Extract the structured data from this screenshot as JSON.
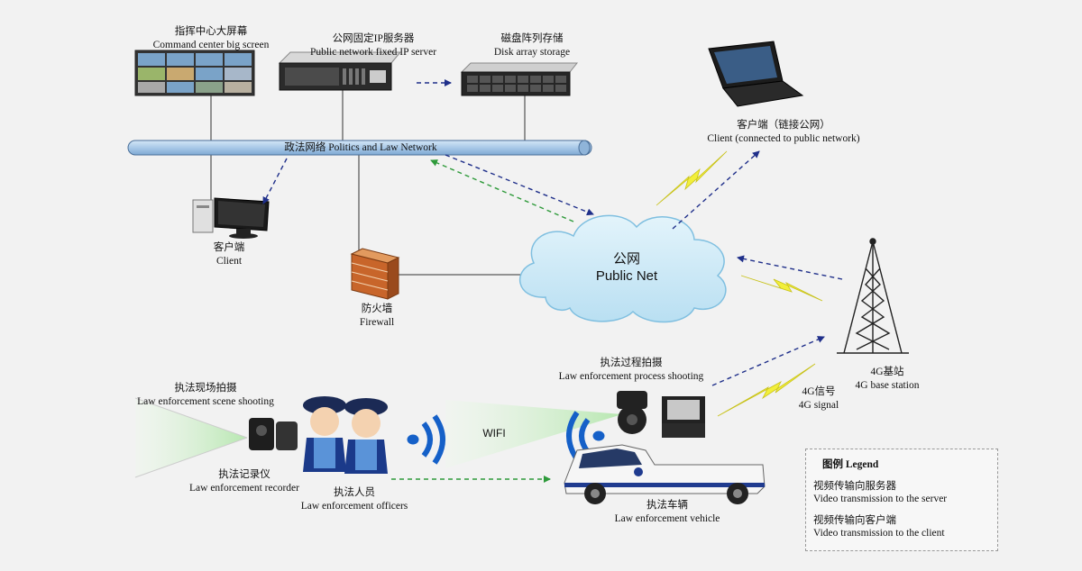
{
  "nodes": {
    "big_screen": {
      "cn": "指挥中心大屏幕",
      "en": "Command center big screen"
    },
    "ip_server": {
      "cn": "公网固定IP服务器",
      "en": "Public network fixed IP server"
    },
    "disk_storage": {
      "cn": "磁盘阵列存储",
      "en": "Disk array storage"
    },
    "laptop_client": {
      "cn": "客户端（链接公网）",
      "en": "Client (connected to public network)"
    },
    "network_bus": {
      "label": "政法网络 Politics and Law Network"
    },
    "desktop_client": {
      "cn": "客户端",
      "en": "Client"
    },
    "firewall": {
      "cn": "防火墙",
      "en": "Firewall"
    },
    "public_net": {
      "cn": "公网",
      "en": "Public Net"
    },
    "base_station": {
      "cn": "4G基站",
      "en": "4G base station"
    },
    "signal_4g": {
      "cn": "4G信号",
      "en": "4G signal"
    },
    "process_shooting": {
      "cn": "执法过程拍摄",
      "en": "Law enforcement process shooting"
    },
    "scene_shooting": {
      "cn": "执法现场拍摄",
      "en": "Law enforcement scene shooting"
    },
    "recorder": {
      "cn": "执法记录仪",
      "en": "Law enforcement recorder"
    },
    "officers": {
      "cn": "执法人员",
      "en": "Law enforcement officers"
    },
    "vehicle": {
      "cn": "执法车辆",
      "en": "Law enforcement vehicle"
    },
    "wifi": {
      "label": "WIFI"
    }
  },
  "legend": {
    "title": "图例 Legend",
    "items": [
      {
        "cn": "视频传输向服务器",
        "en": "Video transmission to the server",
        "color": "#2e9a3a"
      },
      {
        "cn": "视频传输向客户端",
        "en": "Video transmission to the client",
        "color": "#1f2f8a"
      }
    ]
  },
  "colors": {
    "to_server": "#2e9a3a",
    "to_client": "#1f2f8a",
    "bus_fill": "#a9c9e8",
    "cloud": "#c9e7f5",
    "lightning": "#f2ef3a"
  }
}
